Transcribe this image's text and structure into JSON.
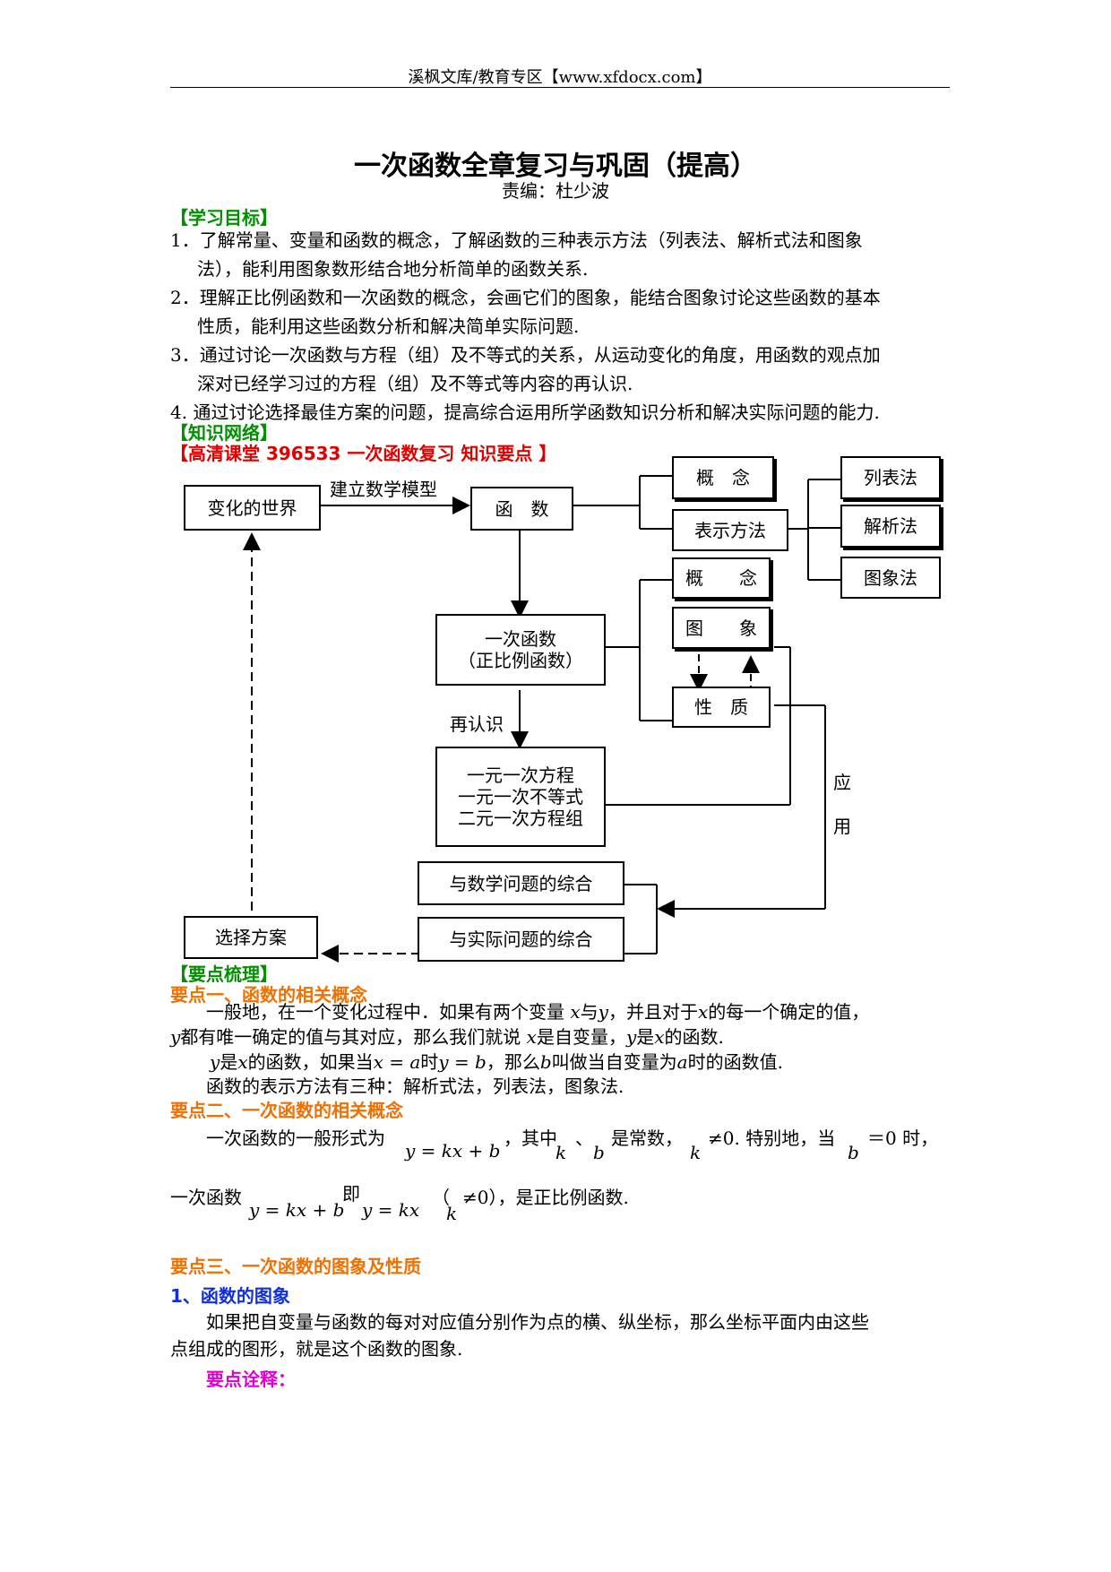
{
  "header": {
    "site": "溪枫文库/教育专区【www.xfdocx.com】"
  },
  "title": "一次函数全章复习与巩固（提高）",
  "editor": "责编：杜少波",
  "objectives": {
    "heading": "【学习目标】",
    "items": [
      {
        "num": "1．",
        "line1": "了解常量、变量和函数的概念，了解函数的三种表示方法（列表法、解析式法和图象",
        "line2": "法），能利用图象数形结合地分析简单的函数关系."
      },
      {
        "num": "2．",
        "line1": "理解正比例函数和一次函数的概念，会画它们的图象，能结合图象讨论这些函数的基本",
        "line2": "性质，能利用这些函数分析和解决简单实际问题."
      },
      {
        "num": "3．",
        "line1": "通过讨论一次函数与方程（组）及不等式的关系，从运动变化的角度，用函数的观点加",
        "line2": "深对已经学习过的方程（组）及不等式等内容的再认识."
      },
      {
        "num": "4.",
        "line1": "通过讨论选择最佳方案的问题，提高综合运用所学函数知识分析和解决实际问题的能力.",
        "line2": ""
      }
    ]
  },
  "network": {
    "heading": "【知识网络】",
    "video": "【高清课堂 396533 一次函数复习  知识要点  】"
  },
  "diagram": {
    "world": "变化的世界",
    "build_model": "建立数学模型",
    "func": "函　数",
    "concept1": "概　念",
    "representation": "表示方法",
    "table": "列表法",
    "analytic": "解析法",
    "graph_method": "图象法",
    "concept2": "概　　念",
    "linear1": "一次函数",
    "linear2": "（正比例函数）",
    "image": "图　　象",
    "property": "性　质",
    "recognize": "再认识",
    "eq1": "一元一次方程",
    "eq2": "一元一次不等式",
    "eq3": "二元一次方程组",
    "apply1": "应",
    "apply2": "用",
    "math_problem": "与数学问题的综合",
    "real_problem": "与实际问题的综合",
    "choose": "选择方案"
  },
  "summary": {
    "heading": "【要点梳理】",
    "p1": {
      "heading": "要点一、函数的相关概念",
      "l1a": "一般地，在一个变化过程中．如果有两个变量 ",
      "x": "x",
      "and": "与",
      "y": "y",
      "l1b": "，并且对于",
      "l1c": "的每一个确定的值，",
      "l2a": "都有唯一确定的值与其对应，那么我们就说 ",
      "l2b": "是自变量，",
      "l2c": "是",
      "l2d": "的函数.",
      "l3a": "是",
      "l3b": "的函数，如果当",
      "xa": "x = a",
      "l3c": "时",
      "yb": "y = b",
      "l3d": "，那么",
      "b": "b",
      "l3e": "叫做当自变量为",
      "a": "a",
      "l3f": "时的函数值.",
      "l4": "函数的表示方法有三种：解析式法，列表法，图象法."
    },
    "p2": {
      "heading": "要点二、一次函数的相关概念",
      "l1a": "一次函数的一般形式为",
      "formula": "y = kx + b",
      "l1b": "，其中",
      "k": "k",
      "sep": "、",
      "b": "b",
      "l1c": "是常数，",
      "l1d": "≠0. 特别地，当",
      "l1e": "＝0 时，",
      "l2a": "一次函数",
      "l2b": "即",
      "formula2": "y = kx",
      "l2c": "（",
      "l2d": "≠0），是正比例函数."
    },
    "p3": {
      "heading": "要点三、一次函数的图象及性质",
      "sub": "1、函数的图象",
      "l1": "如果把自变量与函数的每对对应值分别作为点的横、纵坐标，那么坐标平面内由这些",
      "l2": "点组成的图形，就是这个函数的图象.",
      "note": "要点诠释："
    }
  }
}
